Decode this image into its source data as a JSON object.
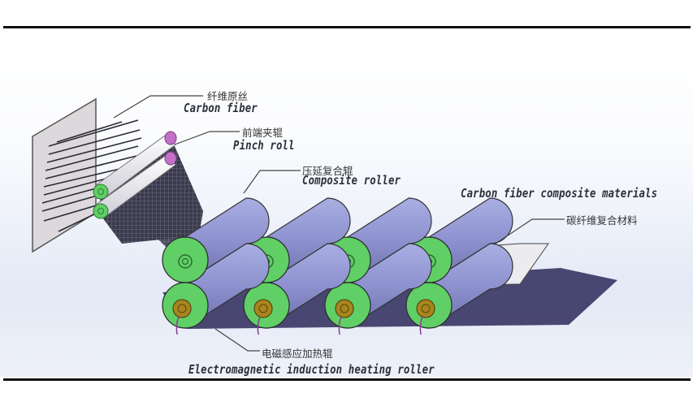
{
  "diagram": {
    "title": "Carbon fiber composite rolling process",
    "labels": {
      "carbon_fiber": {
        "cn": "纤维原丝",
        "en": "Carbon fiber"
      },
      "pinch_roll": {
        "cn": "前端夹辊",
        "en": "Pinch roll"
      },
      "composite_roller": {
        "cn": "压延复合辊",
        "en": "Composite roller"
      },
      "composite_material": {
        "cn": "碳纤维复合材料",
        "en": "Carbon fiber composite materials"
      },
      "heating_roller": {
        "cn": "电磁感应加热辊",
        "en": "Electromagnetic induction heating roller"
      }
    },
    "components": {
      "roller_pairs": 4,
      "pinch_rolls": 2
    },
    "colors": {
      "roller_body": "#8d92cf",
      "roller_end": "#5fcf66",
      "pinch_roll_body": "#e8e6ec",
      "pinch_roll_cap": "#c470c8",
      "fiber": "#2c2c3c",
      "sheet": "#ececf0",
      "coil": "#a8861e"
    }
  }
}
